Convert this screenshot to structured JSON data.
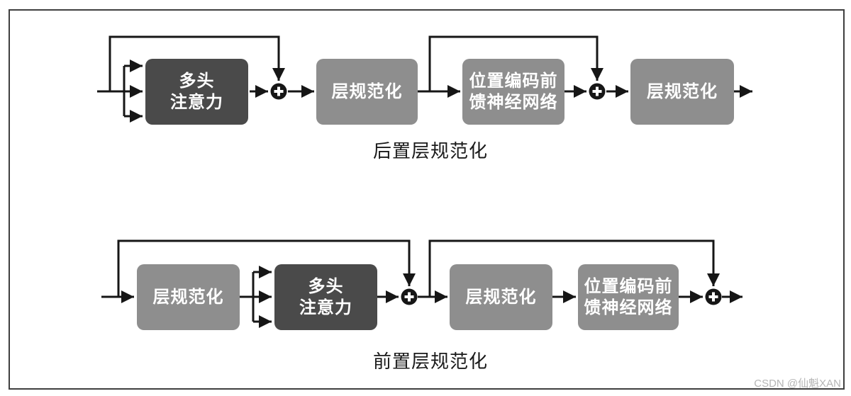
{
  "figure_title": "transformer-layer-normalization-diagram",
  "colors": {
    "box_dark": "#4a4a4a",
    "box_gray": "#8e8e8e",
    "line": "#161616",
    "caption_text": "#1a1a1a",
    "watermark_text": "#b5b5b5",
    "frame_border": "#3f3f3f",
    "box_text": "#ffffff"
  },
  "post_norm": {
    "caption": "后置层规范化",
    "boxes": [
      {
        "id": "multi-head-attention",
        "label": "多头\n注意力",
        "variant": "dark"
      },
      {
        "id": "layer-norm-1",
        "label": "层规范化",
        "variant": "gray"
      },
      {
        "id": "position-ffn",
        "label": "位置编码前\n馈神经网络",
        "variant": "gray"
      },
      {
        "id": "layer-norm-2",
        "label": "层规范化",
        "variant": "gray"
      }
    ],
    "add_nodes": 2
  },
  "pre_norm": {
    "caption": "前置层规范化",
    "boxes": [
      {
        "id": "layer-norm-1",
        "label": "层规范化",
        "variant": "gray"
      },
      {
        "id": "multi-head-attention",
        "label": "多头\n注意力",
        "variant": "dark"
      },
      {
        "id": "layer-norm-2",
        "label": "层规范化",
        "variant": "gray"
      },
      {
        "id": "position-ffn",
        "label": "位置编码前\n馈神经网络",
        "variant": "gray"
      }
    ],
    "add_nodes": 2
  },
  "watermark": "CSDN @仙魁XAN"
}
